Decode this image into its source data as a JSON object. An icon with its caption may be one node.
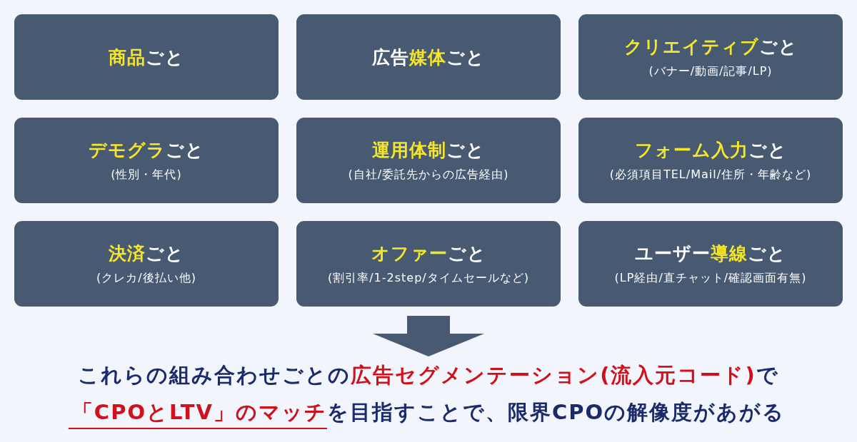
{
  "diagram": {
    "nodes": [
      {
        "text": [
          "**商品**ごと"
        ]
      },
      {
        "text": [
          "広告**媒体**ごと"
        ]
      },
      {
        "text": [
          "**クリエイティブ**ごと",
          "(バナー/動画/記事/LP)"
        ]
      },
      {
        "text": [
          "**デモグラ**ごと",
          "(性別・年代)"
        ]
      },
      {
        "text": [
          "**運用体制**ごと",
          "(自社/委託先からの広告経由)"
        ]
      },
      {
        "text": [
          "**フォーム入力**ごと",
          "(必須項目TEL/Mail/住所・年齢など)"
        ]
      },
      {
        "text": [
          "**決済**ごと",
          "(クレカ/後払い他)"
        ]
      },
      {
        "text": [
          "**オファー**ごと",
          "(割引率/1-2step/タイムセールなど)"
        ]
      },
      {
        "text": [
          "ユーザー**導線**ごと",
          "(LP経由/直チャット/確認画面有無)"
        ]
      },
      {
        "text": [
          "これらの組み合わせごとの**広告セグメンテーション(流入元コード)**で**「CPOとLTV」のマッチ**を目指すことで、限界CPOの解像度があがる"
        ]
      }
    ],
    "edges": [
      {
        "from": 7,
        "to": 9,
        "arrow": "to"
      }
    ]
  }
}
